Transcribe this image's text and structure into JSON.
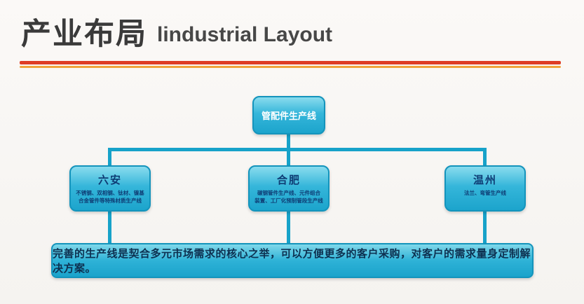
{
  "header": {
    "title_cn": "产业布局",
    "title_en": "lindustrial Layout"
  },
  "diagram": {
    "root": {
      "title": "管配件生产线"
    },
    "children": [
      {
        "title": "六安",
        "subtitle": "不锈钢、双相钢、钛材、镍基\n合金管件等特殊材质生产线"
      },
      {
        "title": "合肥",
        "subtitle": "碳钢管件生产线、元件组合\n装置、工厂化预制管段生产线"
      },
      {
        "title": "温州",
        "subtitle": "法兰、弯管生产线"
      }
    ],
    "banner": "完善的生产线是契合多元市场需求的核心之举，可以方便更多的客户采购，对客户的需求量身定制解决方案。"
  },
  "colors": {
    "node_teal": "#1ca4cc",
    "node_border": "#1494bc",
    "connector": "#17a2c9",
    "rule_red": "#de3c25",
    "rule_orange": "#f0a43c",
    "title_text": "#3a3a3a",
    "node_text_dark": "#0e3c74"
  }
}
